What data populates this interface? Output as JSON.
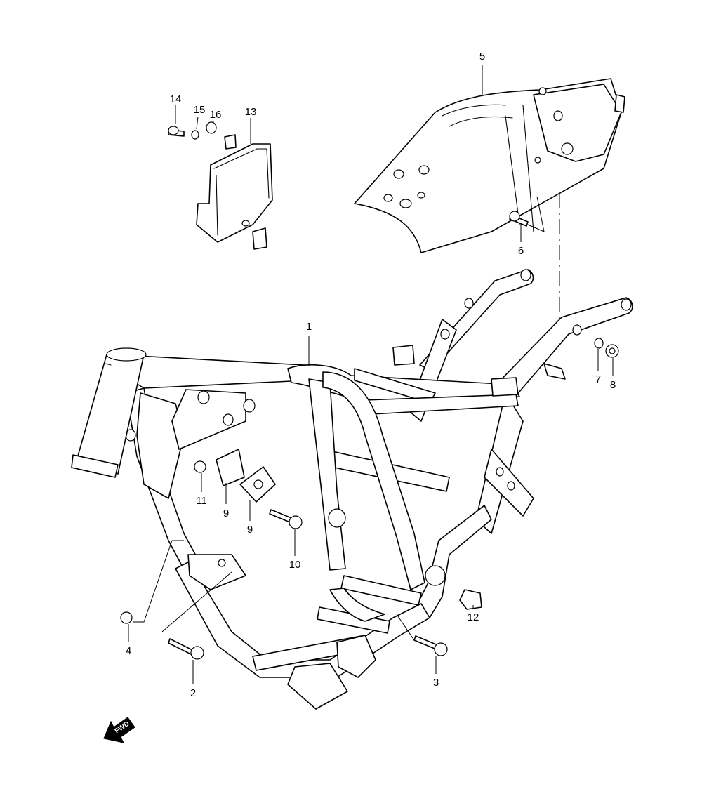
{
  "diagram": {
    "callouts": [
      {
        "id": "c1",
        "label": "1"
      },
      {
        "id": "c2",
        "label": "2"
      },
      {
        "id": "c3",
        "label": "3"
      },
      {
        "id": "c4",
        "label": "4"
      },
      {
        "id": "c5",
        "label": "5"
      },
      {
        "id": "c6",
        "label": "6"
      },
      {
        "id": "c7",
        "label": "7"
      },
      {
        "id": "c8",
        "label": "8"
      },
      {
        "id": "c9a",
        "label": "9"
      },
      {
        "id": "c9b",
        "label": "9"
      },
      {
        "id": "c10",
        "label": "10"
      },
      {
        "id": "c11",
        "label": "11"
      },
      {
        "id": "c12",
        "label": "12"
      },
      {
        "id": "c13",
        "label": "13"
      },
      {
        "id": "c14",
        "label": "14"
      },
      {
        "id": "c15",
        "label": "15"
      },
      {
        "id": "c16",
        "label": "16"
      }
    ],
    "direction_marker": {
      "label": "FWD"
    }
  }
}
